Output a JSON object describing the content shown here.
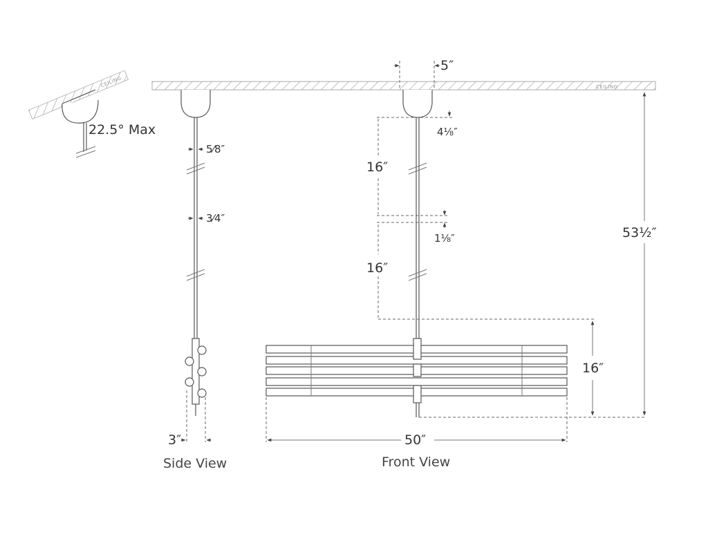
{
  "tilt_detail": {
    "ceiling_label": "CEILING",
    "angle_label": "22.5° Max"
  },
  "side_view": {
    "title": "Side View",
    "rod_diameter_top": "5⁄8″",
    "rod_diameter_lower": "3⁄4″",
    "depth": "3″"
  },
  "front_view": {
    "title": "Front View",
    "ceiling_label": "CEILING",
    "canopy_width": "5″",
    "canopy_height": "4⅛″",
    "rod_segment_1": "16″",
    "coupler": "1⅛″",
    "rod_segment_2": "16″",
    "fixture_height": "16″",
    "width": "50″",
    "overall_height": "53½″"
  }
}
